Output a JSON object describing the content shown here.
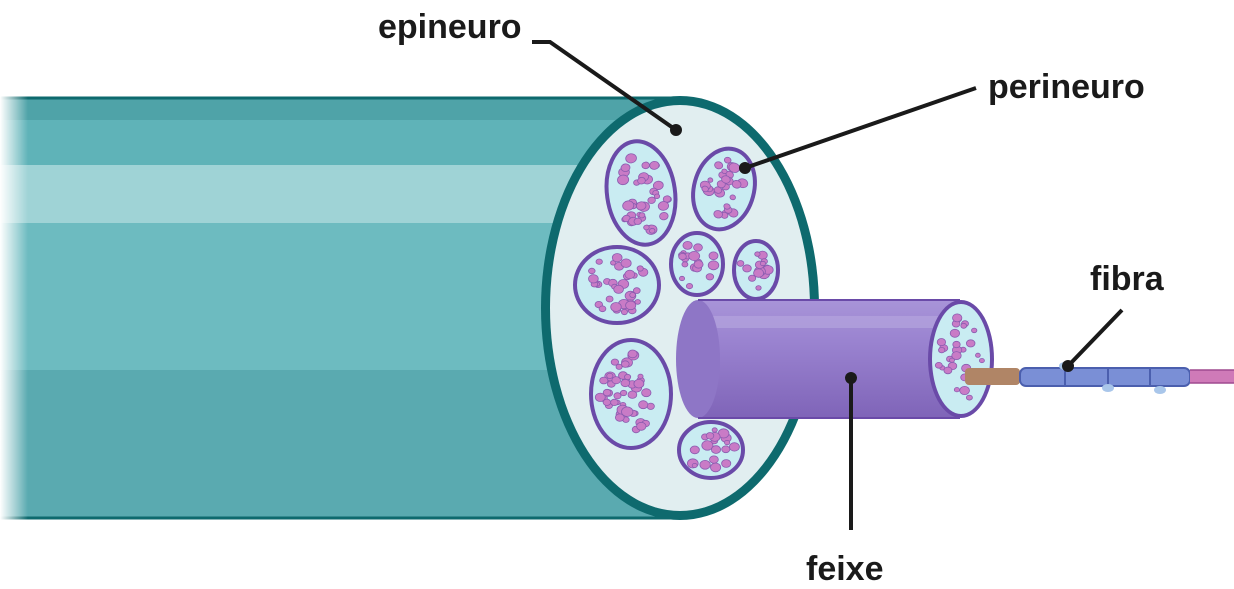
{
  "title": "",
  "labels": {
    "epineuro": "epineuro",
    "perineuro": "perineuro",
    "fibra": "fibra",
    "feixe": "feixe"
  },
  "colors": {
    "nerve_teal": "#5fb3b8",
    "nerve_teal_light": "#9fd3d6",
    "epineurium_border": "#0e6a6e",
    "epineurium_fill": "#e1eef0",
    "fascicle_border": "#6a4aa8",
    "fascicle_fill": "#c9ecf2",
    "axon_pink": "#c97bc6",
    "bundle_purple": "#8b72c2",
    "bundle_purple_light": "#b3a3dc",
    "fiber_blue": "#7a8fd6",
    "fiber_brown": "#b08566",
    "fiber_pink": "#cf7ab8",
    "leader_line": "#1a1a1a"
  }
}
